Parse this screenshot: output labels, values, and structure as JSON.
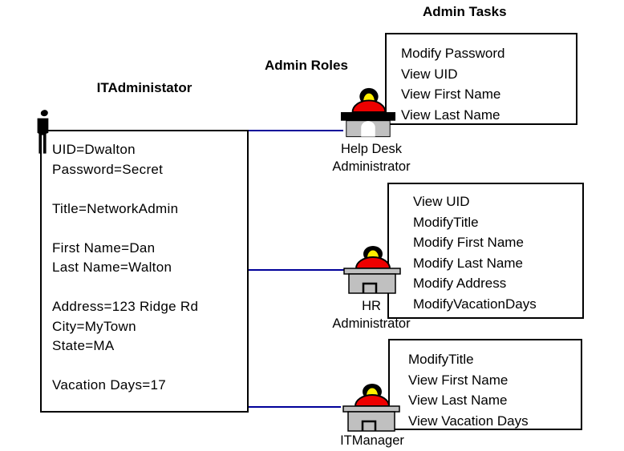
{
  "headings": {
    "admin_tasks": "Admin Tasks",
    "admin_roles": "Admin Roles",
    "it_administrator": "ITAdministator"
  },
  "user_box": {
    "lines": [
      "UID=Dwalton",
      "Password=Secret",
      "",
      "Title=NetworkAdmin",
      "",
      "First Name=Dan",
      "Last Name=Walton",
      "",
      "Address=123 Ridge Rd",
      "City=MyTown",
      "State=MA",
      "",
      "Vacation Days=17"
    ]
  },
  "roles": [
    {
      "name_line1": "Help Desk",
      "name_line2": "Administrator",
      "tasks": [
        "Modify Password",
        "View UID",
        "View First Name",
        "View Last Name"
      ]
    },
    {
      "name_line1": "HR",
      "name_line2": "Administrator",
      "tasks": [
        "View UID",
        "ModifyTitle",
        "Modify First Name",
        "Modify Last Name",
        "Modify Address",
        "ModifyVacationDays"
      ]
    },
    {
      "name_line1": "ITManager",
      "name_line2": "",
      "tasks": [
        "ModifyTitle",
        "View First Name",
        "View Last Name",
        "View Vacation Days"
      ]
    }
  ],
  "colors": {
    "connector": "#000099",
    "shirt": "#ee0000",
    "face": "#ffee00",
    "desk": "#c0c0c0",
    "hair": "#000000",
    "border": "#000000"
  }
}
